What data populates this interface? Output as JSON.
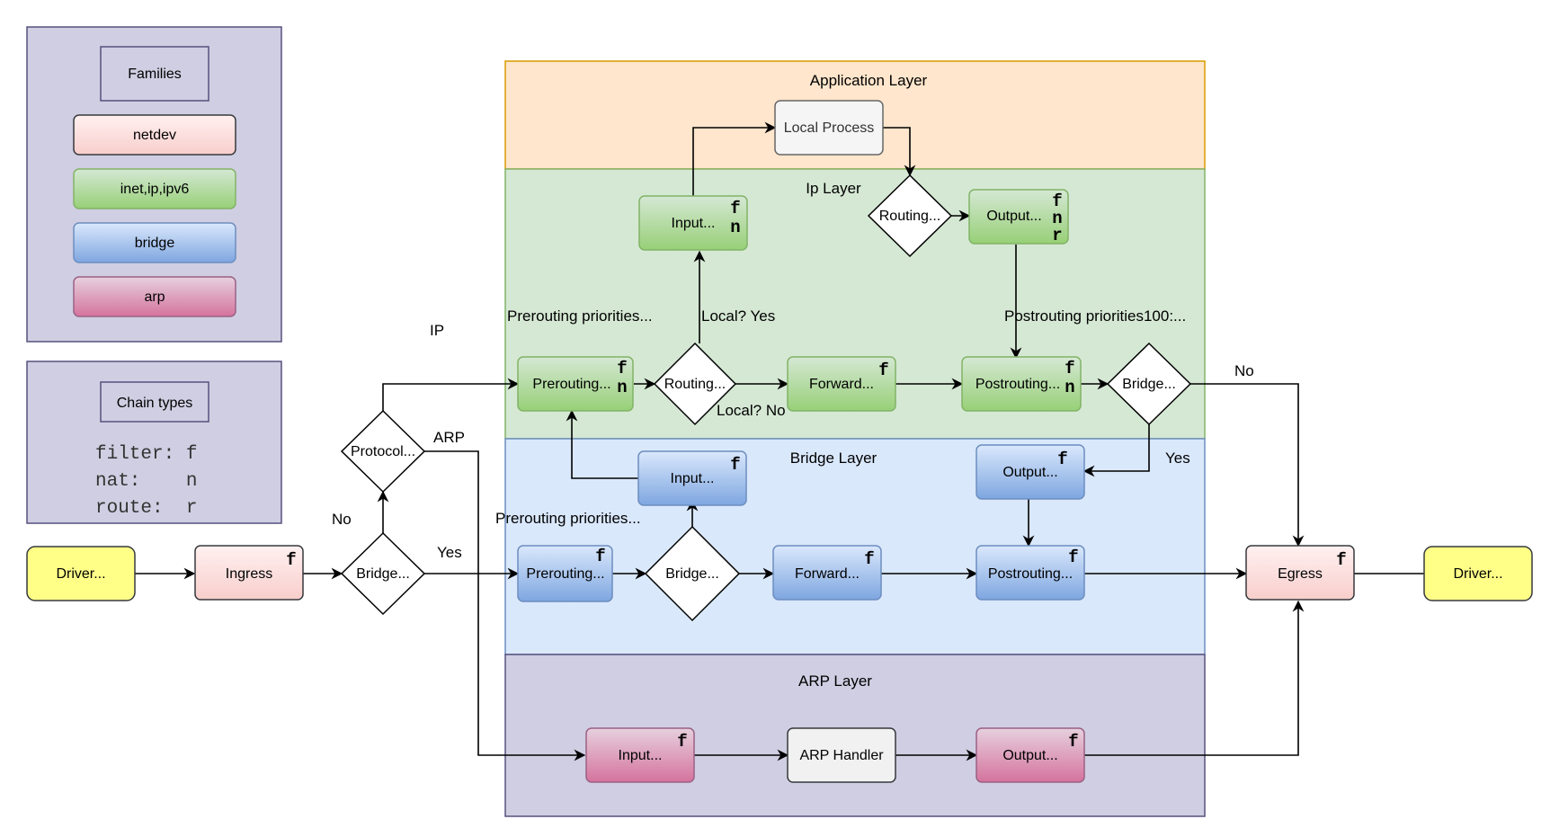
{
  "legend": {
    "families_title": "Families",
    "families": [
      {
        "label": "netdev",
        "color": "#f8cecc"
      },
      {
        "label": "inet,ip,ipv6",
        "color": "#d5e8d4"
      },
      {
        "label": "bridge",
        "color": "#dae8fc"
      },
      {
        "label": "arp",
        "color": "#e6d0de"
      }
    ],
    "chain_types_title": "Chain types",
    "chain_types": [
      "filter: f",
      "nat:    n",
      "route:  r"
    ]
  },
  "layers": {
    "application": "Application Layer",
    "ip": "Ip Layer",
    "bridge": "Bridge Layer",
    "arp": "ARP Layer"
  },
  "nodes": {
    "driver_in": "Driver...",
    "ingress": "Ingress",
    "bridge_decision_1": "Bridge...",
    "protocol": "Protocol...",
    "local_process": "Local Process",
    "ip_input": "Input...",
    "ip_routing_out": "Routing...",
    "ip_output": "Output...",
    "ip_prerouting": "Prerouting...",
    "ip_routing": "Routing...",
    "ip_forward": "Forward...",
    "ip_postrouting": "Postrouting...",
    "bridge_decision_2": "Bridge...",
    "br_input": "Input...",
    "br_output": "Output...",
    "br_prerouting": "Prerouting...",
    "br_decision": "Bridge...",
    "br_forward": "Forward...",
    "br_postrouting": "Postrouting...",
    "egress": "Egress",
    "driver_out": "Driver...",
    "arp_input": "Input...",
    "arp_handler": "ARP Handler",
    "arp_output": "Output..."
  },
  "badges": {
    "f": "f",
    "n": "n",
    "r": "r"
  },
  "labels": {
    "ip": "IP",
    "arp": "ARP",
    "no_left": "No",
    "yes_left": "Yes",
    "prerouting_priorities_ip": "Prerouting priorities...",
    "local_yes": "Local? Yes",
    "local_no": "Local? No",
    "postrouting_priorities": "Postrouting priorities100:...",
    "no_right": "No",
    "yes_right": "Yes",
    "prerouting_priorities_br": "Prerouting priorities..."
  },
  "colors": {
    "app_layer": "#ffe6cc",
    "app_layer_border": "#d79b00",
    "ip_layer": "#d5e8d4",
    "ip_layer_border": "#82b366",
    "bridge_layer": "#dae8fc",
    "bridge_layer_border": "#6c8ebf",
    "arp_layer": "#d0cee2",
    "arp_layer_border": "#56517e",
    "legend_bg": "#d0cee2",
    "driver": "#ffff88"
  }
}
